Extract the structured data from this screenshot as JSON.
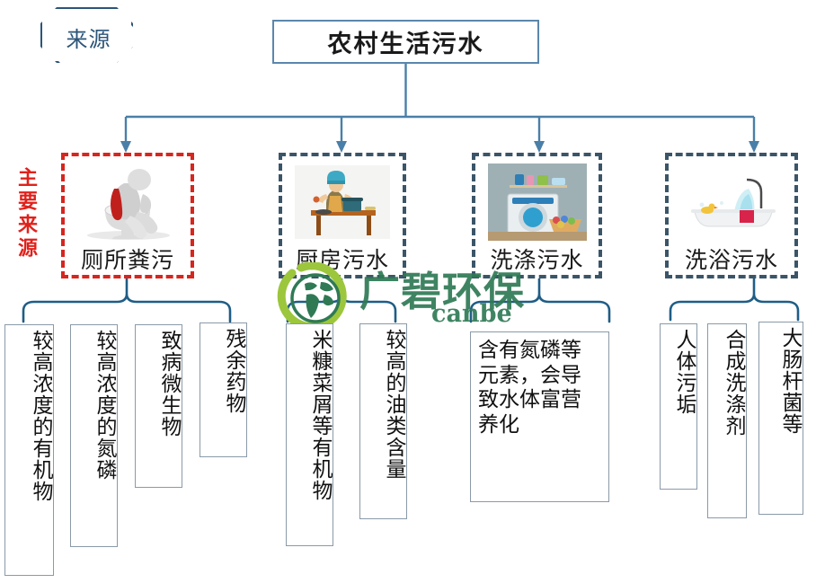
{
  "diagram": {
    "source_tag": {
      "label": "来源",
      "shape": "octagon",
      "color": "#2b5579"
    },
    "title": {
      "label": "农村生活污水",
      "border_color": "#5b87ad"
    },
    "main_source_label": {
      "label": "主要来源",
      "color": "#e0211b"
    },
    "categories": [
      {
        "id": "toilet",
        "label": "厕所粪污",
        "icon": "toilet-icon",
        "border_style": "dashed",
        "border_color": "#d6261f",
        "highlight": true,
        "items": [
          {
            "text": "较高浓度的有机物",
            "orientation": "vertical"
          },
          {
            "text": "较高浓度的氮磷",
            "orientation": "vertical"
          },
          {
            "text": "致病微生物",
            "orientation": "vertical"
          },
          {
            "text": "残余药物",
            "orientation": "vertical"
          }
        ]
      },
      {
        "id": "kitchen",
        "label": "厨房污水",
        "icon": "cooking-icon",
        "border_style": "dashed",
        "border_color": "#3b5568",
        "highlight": false,
        "items": [
          {
            "text": "米糠菜屑等有机物",
            "orientation": "vertical"
          },
          {
            "text": "较高的油类含量",
            "orientation": "vertical"
          }
        ]
      },
      {
        "id": "laundry",
        "label": "洗涤污水",
        "icon": "washing-machine-icon",
        "border_style": "dashed",
        "border_color": "#3b5568",
        "highlight": false,
        "items": [
          {
            "text": "含有氮磷等元素，会导致水体富营养化",
            "orientation": "horizontal"
          }
        ]
      },
      {
        "id": "bathing",
        "label": "洗浴污水",
        "icon": "bathtub-icon",
        "border_style": "dashed",
        "border_color": "#3b5568",
        "highlight": false,
        "items": [
          {
            "text": "人体污垢",
            "orientation": "vertical"
          },
          {
            "text": "合成洗涤剂",
            "orientation": "vertical"
          },
          {
            "text": "大肠杆菌等",
            "orientation": "vertical"
          }
        ]
      }
    ],
    "watermark": {
      "brand": "广碧环保",
      "pinyin": "canbe",
      "logo": "globe-leaf-icon",
      "color": "#2f7a55"
    },
    "connector_color": "#4a7fa8"
  }
}
